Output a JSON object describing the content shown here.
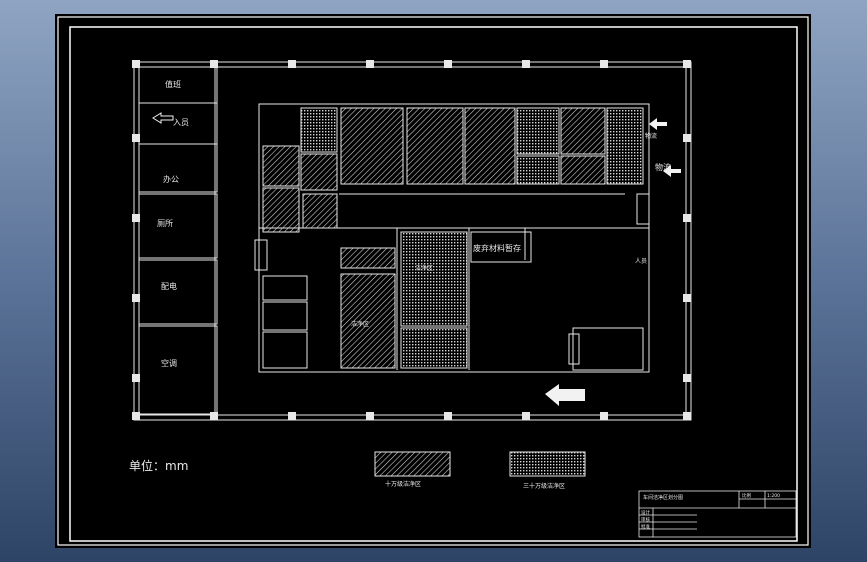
{
  "rooms": {
    "guard": "值班",
    "entrance": "入员",
    "office": "办公",
    "toilet": "厕所",
    "power": "配电",
    "aircon": "空调",
    "waste_store": "废弃材料暂存",
    "logistics_in": "物流",
    "logistics_door": "物流",
    "corridor": "人员",
    "cleanroom_a": "洁净区",
    "cleanroom_b": "洁净区"
  },
  "unit_label": "单位：mm",
  "legend": {
    "a": "十万级洁净区",
    "b": "三十万级洁净区"
  },
  "title_block": {
    "title": "车间洁净区划分图",
    "scale_label": "比例",
    "scale_value": "1:200",
    "rows": [
      "设计",
      "审核",
      "批准"
    ]
  },
  "colors": {
    "background": "#000000",
    "line": "#e8e8e8",
    "frame": "#ffffff"
  }
}
